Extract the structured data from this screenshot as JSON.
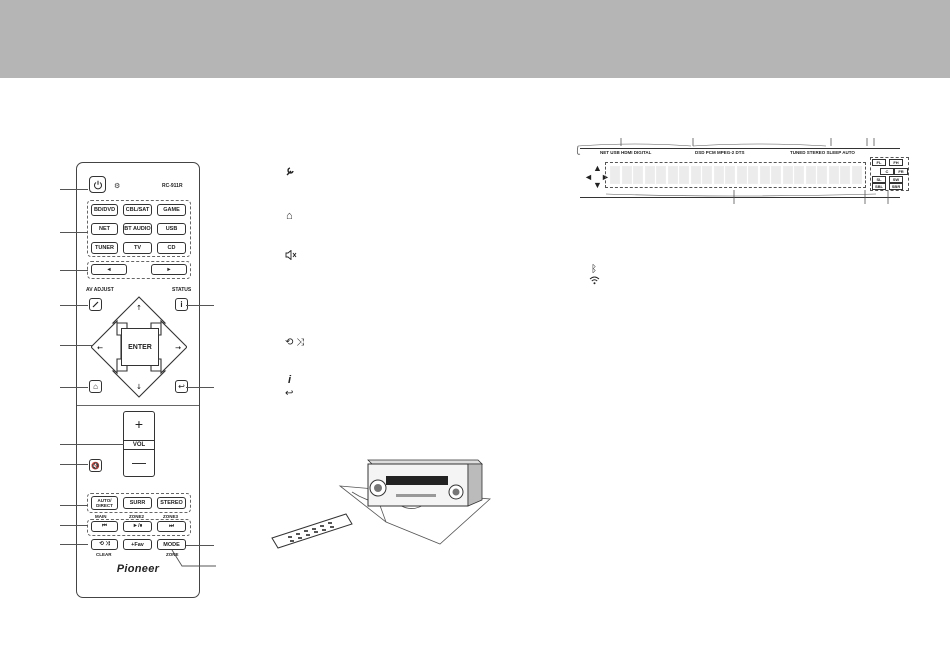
{
  "remote": {
    "model": "RC-911R",
    "rows": [
      [
        "BD/DVD",
        "CBL/SAT",
        "GAME"
      ],
      [
        "NET",
        "BT AUDIO",
        "USB"
      ],
      [
        "TUNER",
        "TV",
        "CD"
      ]
    ],
    "left_arrow": "◄",
    "right_arrow": "►",
    "av_adjust": "AV ADJUST",
    "status": "STATUS",
    "enter": "ENTER",
    "vol_plus": "+",
    "vol": "VOL",
    "vol_minus": "—",
    "auto_direct": "AUTO/ DIRECT",
    "surr": "SURR",
    "stereo": "STEREO",
    "main": "MAIN",
    "zone2": "ZONE2",
    "zone3": "ZONE3",
    "prev": "⏮",
    "play_pause": "►/⏸",
    "next": "⏭",
    "repeat_shuffle": "⟲ ⤨",
    "fav": "+Fav",
    "mode": "MODE",
    "clear": "CLEAR",
    "zone": "ZONE",
    "brand": "Pioneer"
  },
  "legend_icons": {
    "setup": "🔧",
    "home": "⌂",
    "mute": "🔇",
    "repeat_shuffle": "⟲ ⤨",
    "info": "i",
    "back": "↩",
    "bluetooth": "ᛒ",
    "wifi": "📶"
  },
  "display": {
    "top_left_text": "NET USB HDMI DIGITAL",
    "top_mid_text": "DSD PCM MPEG-2 DTS",
    "top_right_text": "TUNED STEREO SLEEP AUTO",
    "channels": [
      "FL",
      "C",
      "FR",
      "SL",
      "SW",
      "SR",
      "SBL",
      "SBR",
      "FH"
    ]
  }
}
